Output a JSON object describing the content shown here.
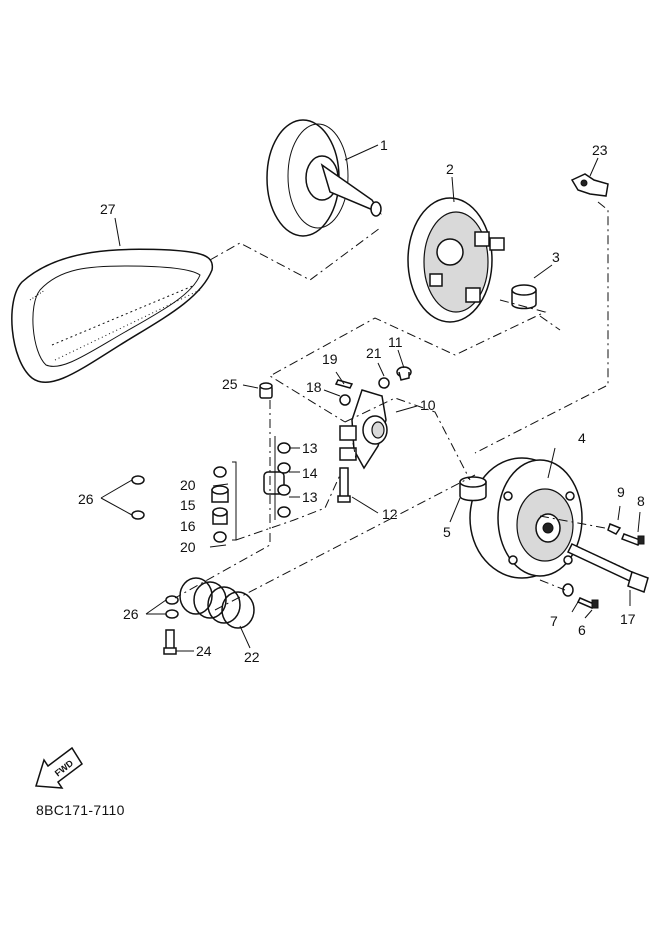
{
  "diagram": {
    "drawing_code": "8BC171-7110",
    "fwd_label": "FWD",
    "callouts": [
      "1",
      "2",
      "3",
      "4",
      "5",
      "6",
      "7",
      "8",
      "9",
      "10",
      "11",
      "12",
      "13",
      "14",
      "13",
      "15",
      "16",
      "17",
      "18",
      "19",
      "20",
      "20",
      "21",
      "22",
      "23",
      "24",
      "25",
      "26",
      "26",
      "27"
    ],
    "parts": [
      "primary-fixed-sheave",
      "primary-sliding-sheave",
      "slider",
      "spider-cap",
      "slider",
      "bolt",
      "washer",
      "bolt",
      "washer",
      "spider",
      "weight-pin",
      "bolt",
      "washer",
      "weight",
      "bushing",
      "roller",
      "bolt",
      "washer",
      "nut",
      "washer",
      "nut",
      "compression-spring",
      "bracket",
      "bolt",
      "nut",
      "washer",
      "v-belt"
    ]
  }
}
